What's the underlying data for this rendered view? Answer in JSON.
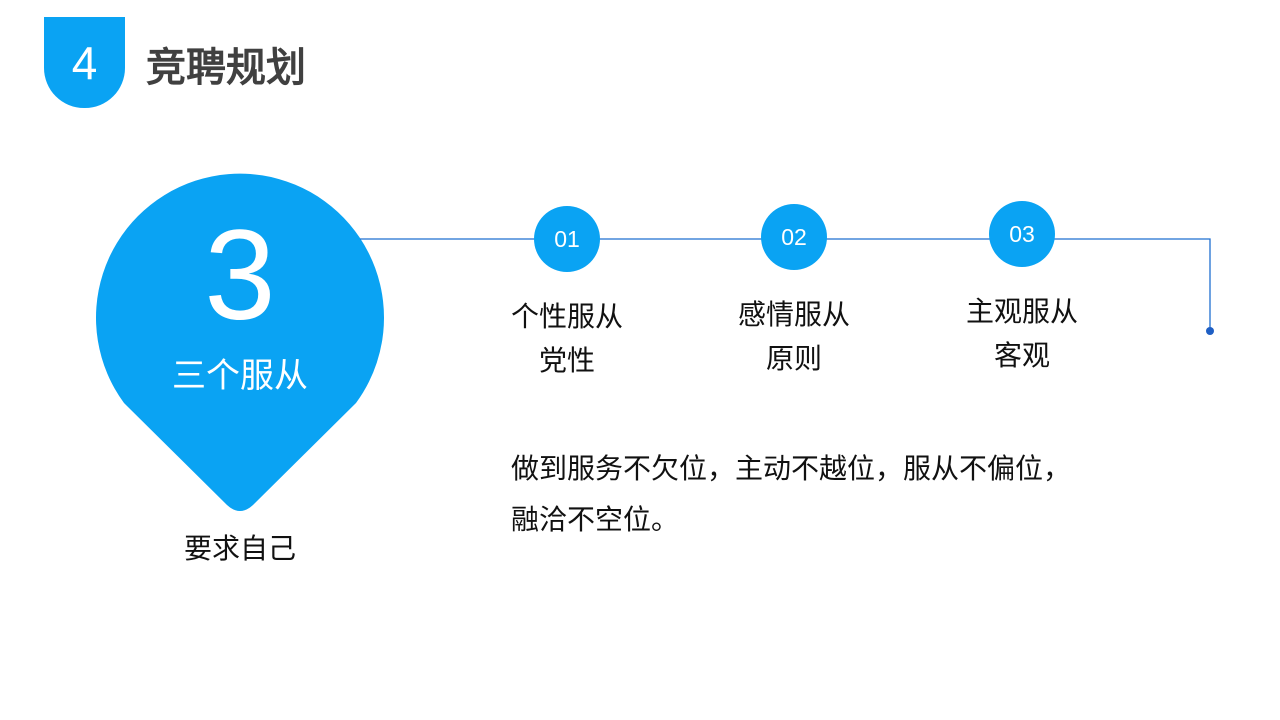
{
  "header": {
    "section_number": "4",
    "title": "竞聘规划"
  },
  "pin": {
    "number": "3",
    "label": "三个服从",
    "caption": "要求自己"
  },
  "steps": [
    {
      "number": "01",
      "line1": "个性服从",
      "line2": "党性"
    },
    {
      "number": "02",
      "line1": "感情服从",
      "line2": "原则"
    },
    {
      "number": "03",
      "line1": "主观服从",
      "line2": "客观"
    }
  ],
  "description": {
    "line1": "做到服务不欠位，主动不越位，服从不偏位，",
    "line2": "融洽不空位。"
  },
  "colors": {
    "accent": "#0aa3f3",
    "line": "#1f6fd1",
    "dot": "#1f5fc4",
    "title_text": "#404040",
    "body_text": "#111111"
  }
}
